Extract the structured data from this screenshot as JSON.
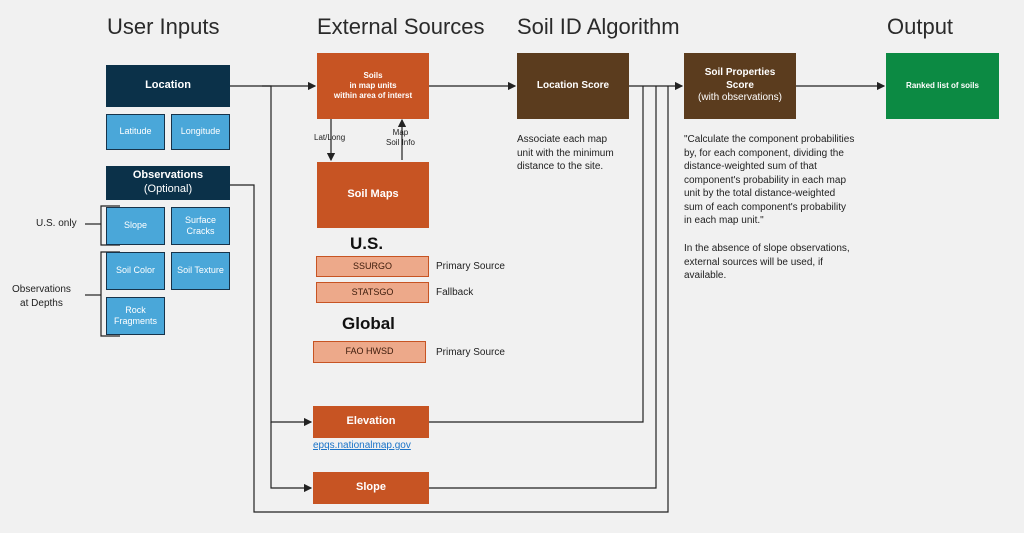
{
  "headings": {
    "user_inputs": "User Inputs",
    "external_sources": "External Sources",
    "soil_id": "Soil ID Algorithm",
    "output": "Output"
  },
  "user_inputs": {
    "location": "Location",
    "latitude": "Latitude",
    "longitude": "Longitude",
    "observations_title": "Observations",
    "observations_sub": "(Optional)",
    "us_only": "U.S. only",
    "obs_depths_line1": "Observations",
    "obs_depths_line2": "at Depths",
    "slope": "Slope",
    "surface_cracks_1": "Surface",
    "surface_cracks_2": "Cracks",
    "soil_color": "Soil Color",
    "soil_texture": "Soil Texture",
    "rock_fragments_1": "Rock",
    "rock_fragments_2": "Fragments"
  },
  "external_sources": {
    "soils_1": "Soils",
    "soils_2": "in map units",
    "soils_3": "within area of interst",
    "lat_long": "Lat/Long",
    "map_soil_1": "Map",
    "map_soil_2": "Soil Info",
    "soil_maps": "Soil Maps",
    "us": "U.S.",
    "ssurgo": "SSURGO",
    "ssurgo_role": "Primary Source",
    "statsgo": "STATSGO",
    "statsgo_role": "Fallback",
    "global": "Global",
    "fao": "FAO HWSD",
    "fao_role": "Primary Source",
    "elevation": "Elevation",
    "elevation_link": "epqs.nationalmap.gov",
    "slope": "Slope"
  },
  "algorithm": {
    "location_score": "Location Score",
    "location_desc_1": "Associate each map",
    "location_desc_2": "unit with the minimum",
    "location_desc_3": "distance to the site.",
    "props_1": "Soil Properties",
    "props_2": "Score",
    "props_3": "(with observations)",
    "quote_1": "\"Calculate the component probabilities",
    "quote_2": "by, for each component, dividing the",
    "quote_3": "distance-weighted sum of that",
    "quote_4": "component's probability in each map",
    "quote_5": "unit by the total distance-weighted",
    "quote_6": "sum of each component's probability",
    "quote_7": "in each map unit.\"",
    "note_1": "In the absence of slope observations,",
    "note_2": "external sources will be used, if",
    "note_3": "available."
  },
  "output": {
    "ranked": "Ranked list of soils"
  },
  "colors": {
    "navy": "#0b3149",
    "blue": "#4aa7d9",
    "orange": "#c75423",
    "brown": "#5b3c1e",
    "green": "#0c8a43",
    "salmon": "#eda98a"
  }
}
